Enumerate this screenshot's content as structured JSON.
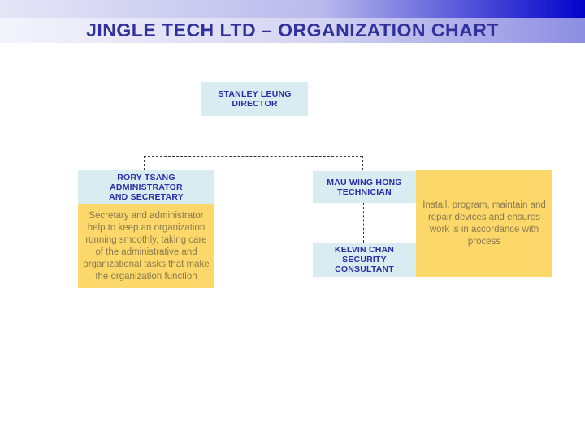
{
  "header": {
    "title": "JINGLE TECH LTD – ORGANIZATION CHART"
  },
  "org_chart": {
    "director": {
      "label": "STANLEY LEUNG\nDIRECTOR"
    },
    "administrator": {
      "label": "RORY TSANG\nADMINISTRATOR\nAND SECRETARY",
      "note": "Secretary and administrator\nhelp to keep an organization\nrunning smoothly, taking care\nof the administrative and\norganizational tasks that make\nthe organization function"
    },
    "technician": {
      "label": "MAU WING HONG\nTECHNICIAN",
      "note": "Install, program, maintain and\nrepair devices and ensures\nwork is in accordance with\nprocess"
    },
    "consultant": {
      "label": "KELVIN CHAN\nSECURITY\nCONSULTANT"
    }
  },
  "colors": {
    "node_background": "#d9ecf2",
    "node_text": "#2b2da6",
    "note_background": "#fbd869",
    "note_text": "#8b7a50",
    "connector": "#333333",
    "title_text": "#31319c",
    "top_strip_gradient_start": "#e6e6f7",
    "top_strip_gradient_end": "#0202ca",
    "title_band_gradient_start": "#f4f4fc",
    "title_band_gradient_end": "#8d8de2"
  }
}
